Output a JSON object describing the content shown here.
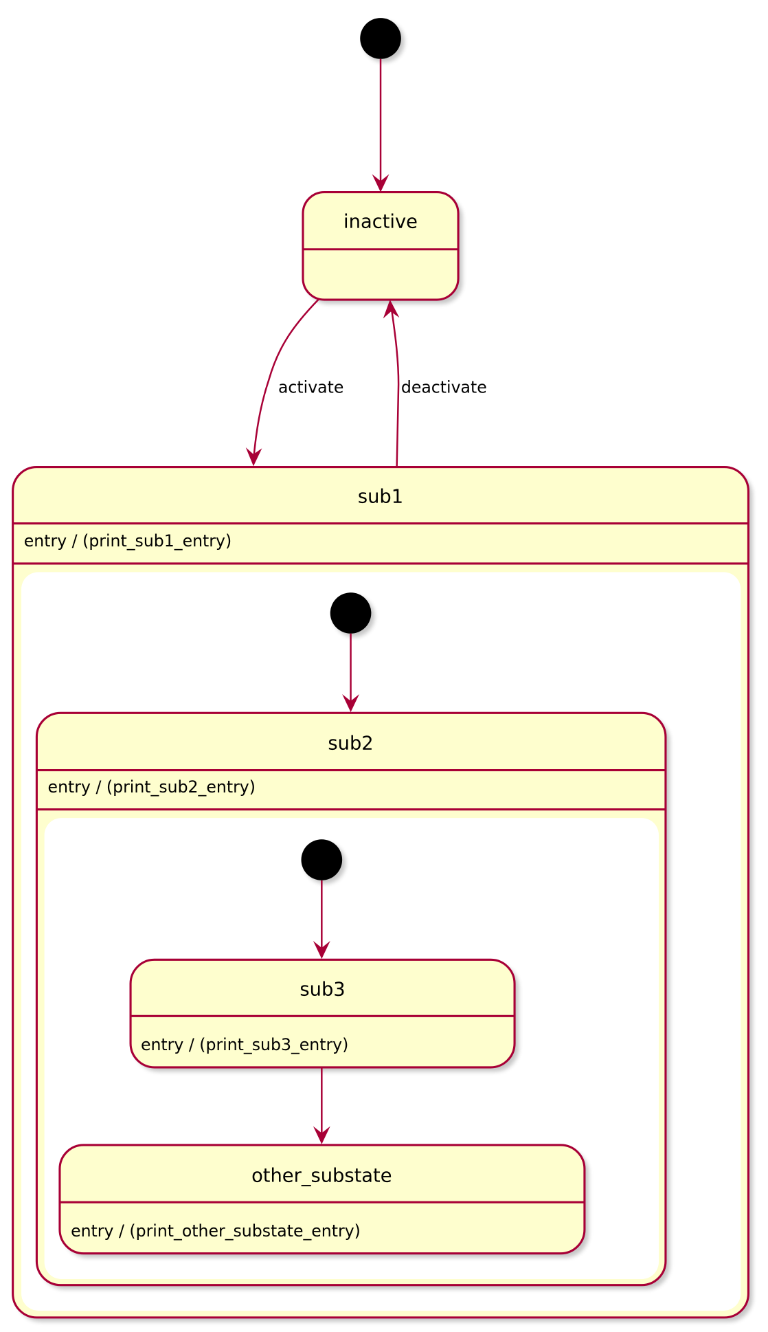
{
  "diagram": {
    "colors": {
      "border": "#A80036",
      "fill": "#FEFECE",
      "start": "#000000"
    },
    "states": {
      "inactive": {
        "name": "inactive"
      },
      "sub1": {
        "name": "sub1",
        "entry": "entry / (print_sub1_entry)"
      },
      "sub2": {
        "name": "sub2",
        "entry": "entry / (print_sub2_entry)"
      },
      "sub3": {
        "name": "sub3",
        "entry": "entry / (print_sub3_entry)"
      },
      "other_substate": {
        "name": "other_substate",
        "entry": "entry / (print_other_substate_entry)"
      }
    },
    "transitions": [
      {
        "from": "start",
        "to": "inactive",
        "label": ""
      },
      {
        "from": "inactive",
        "to": "sub1",
        "label": "activate"
      },
      {
        "from": "sub1",
        "to": "inactive",
        "label": "deactivate"
      },
      {
        "from": "start_sub1",
        "to": "sub2",
        "label": ""
      },
      {
        "from": "start_sub2",
        "to": "sub3",
        "label": ""
      },
      {
        "from": "sub3",
        "to": "other_substate",
        "label": ""
      }
    ]
  }
}
